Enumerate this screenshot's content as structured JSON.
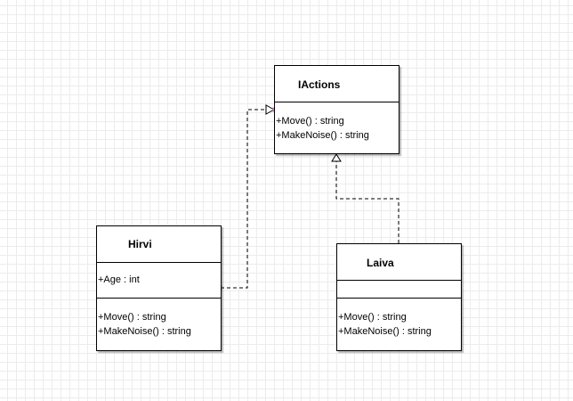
{
  "classes": {
    "iactions": {
      "name": "IActions",
      "methods": [
        "+Move() : string",
        "+MakeNoise() : string"
      ]
    },
    "hirvi": {
      "name": "Hirvi",
      "attributes": [
        "+Age : int"
      ],
      "methods": [
        "+Move() : string",
        "+MakeNoise() : string"
      ]
    },
    "laiva": {
      "name": "Laiva",
      "attributes": [],
      "methods": [
        "+Move() : string",
        "+MakeNoise() : string"
      ]
    }
  },
  "relationships": [
    {
      "type": "realization",
      "from": "Hirvi",
      "to": "IActions"
    },
    {
      "type": "realization",
      "from": "Laiva",
      "to": "IActions"
    }
  ],
  "colors": {
    "grid": "#ececec",
    "stroke": "#000000",
    "handle": "#c080c0"
  }
}
